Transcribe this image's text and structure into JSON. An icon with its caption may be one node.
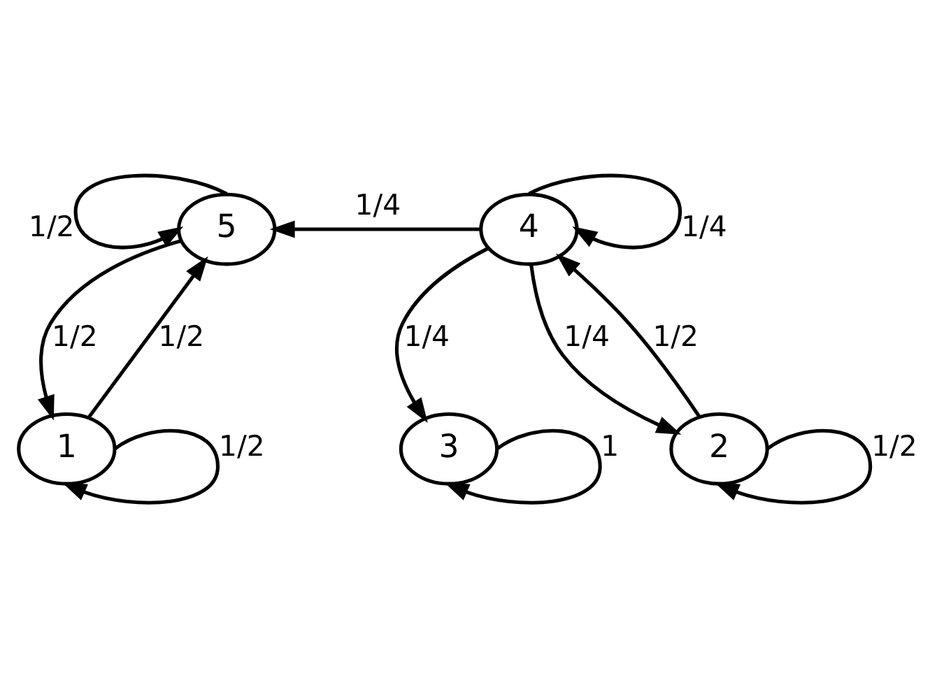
{
  "diagram": {
    "nodes": [
      {
        "text": [
          "5"
        ]
      },
      {
        "text": [
          "4"
        ]
      },
      {
        "text": [
          "3"
        ]
      },
      {
        "text": [
          "1"
        ]
      },
      {
        "text": [
          "2"
        ]
      }
    ],
    "edges": [
      {
        "from": 0,
        "to": 0,
        "arrow": "to",
        "label": "1/2"
      },
      {
        "from": 0,
        "to": 3,
        "arrow": "to",
        "label": "1/2"
      },
      {
        "from": 3,
        "to": 0,
        "arrow": "to",
        "label": "1/2"
      },
      {
        "from": 3,
        "to": 3,
        "arrow": "to",
        "label": "1/2"
      },
      {
        "from": 1,
        "to": 0,
        "arrow": "to",
        "label": "1/4"
      },
      {
        "from": 1,
        "to": 1,
        "arrow": "to",
        "label": "1/4"
      },
      {
        "from": 1,
        "to": 2,
        "arrow": "to",
        "label": "1/4"
      },
      {
        "from": 2,
        "to": 2,
        "arrow": "to",
        "label": "1"
      },
      {
        "from": 1,
        "to": 4,
        "arrow": "to",
        "label": "1/4"
      },
      {
        "from": 4,
        "to": 1,
        "arrow": "to",
        "label": "1/2"
      },
      {
        "from": 4,
        "to": 4,
        "arrow": "to",
        "label": "1/2"
      }
    ]
  }
}
